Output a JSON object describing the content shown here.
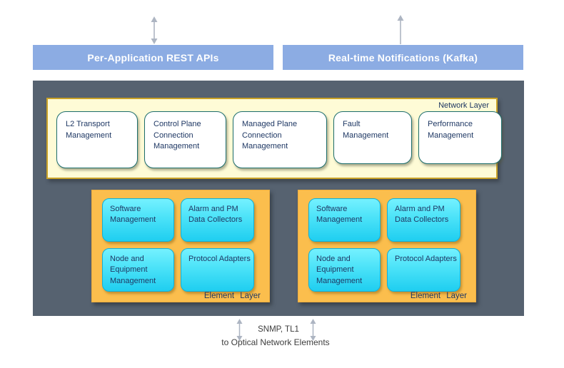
{
  "top_bars": [
    {
      "label": "Per-Application REST APIs"
    },
    {
      "label": "Real-time Notifications (Kafka)"
    }
  ],
  "network_layer": {
    "label": "Network Layer",
    "boxes": [
      "L2 Transport Management",
      "Control Plane Connection Management",
      "Managed Plane Connection Management",
      "Fault Management",
      "Performance Management"
    ]
  },
  "element_layers": [
    {
      "label": "Element Layer",
      "boxes": [
        "Software Management",
        "Alarm and PM Data Collectors",
        "Node and Equipment Management",
        "Protocol Adapters"
      ]
    },
    {
      "label": "Element Layer",
      "boxes": [
        "Software Management",
        "Alarm and PM Data Collectors",
        "Node and Equipment Management",
        "Protocol Adapters"
      ]
    }
  ],
  "bottom": {
    "protocols": "SNMP, TL1",
    "destination": "to Optical Network Elements"
  },
  "colors": {
    "api_bar_blue": "#8CACE3",
    "container_slate": "#566270",
    "network_layer_bg": "#FEFBD6",
    "network_layer_border": "#C9A227",
    "app_box_border": "#1D6E6C",
    "element_layer_orange": "#FBBE4D",
    "element_box_cyan_top": "#74F1FF",
    "element_box_cyan_bottom": "#1FCEF0",
    "element_box_border": "#12AFD8",
    "text_navy": "#1F3864",
    "arrow_gray": "#ADB5C2"
  }
}
